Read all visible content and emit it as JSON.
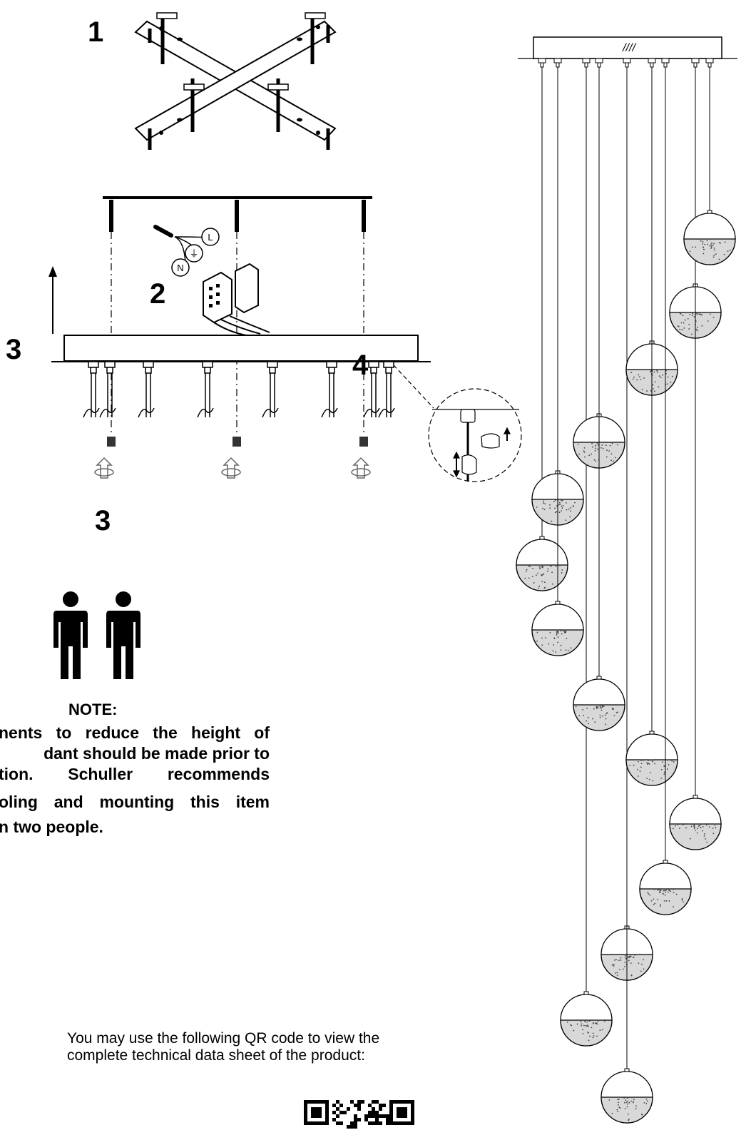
{
  "steps": {
    "step1": "1",
    "step2": "2",
    "step3_left": "3",
    "step3_bottom": "3",
    "step4": "4"
  },
  "wiring_labels": {
    "neutral": "N",
    "earth": "⏚",
    "live": "L"
  },
  "ceiling_plate_mark": "////",
  "note": {
    "title": "NOTE:",
    "lines": [
      "nents to reduce the height of",
      "dant should be made prior to",
      "tion.    Schuller recommends",
      "oling and mounting this item",
      "n two people."
    ]
  },
  "qr_text": {
    "line1": "You may use the following QR code to view the",
    "line2": "complete technical  data sheet of the product:"
  }
}
